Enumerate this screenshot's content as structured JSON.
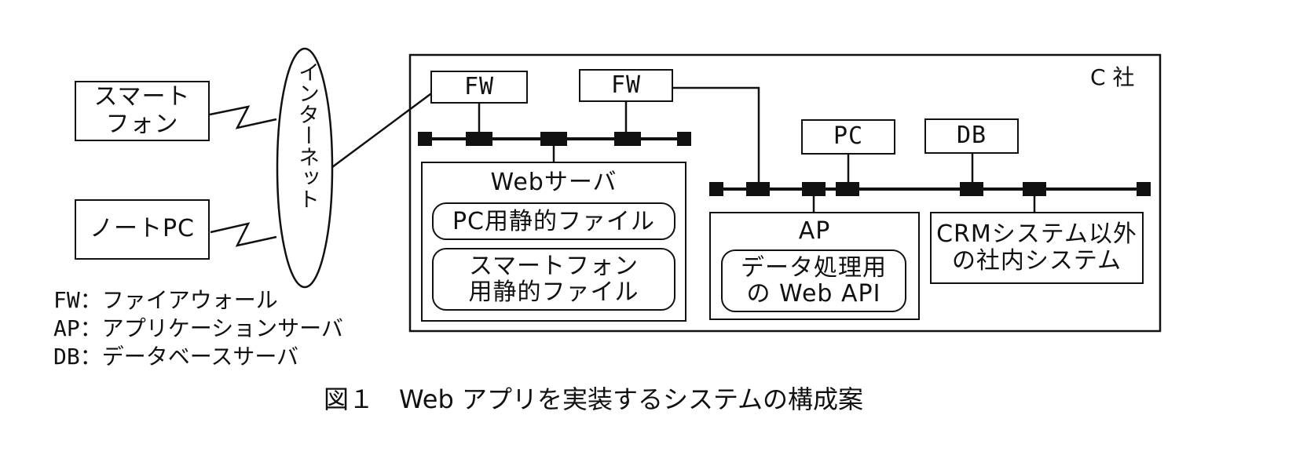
{
  "diagram": {
    "caption": "図１　Web アプリを実装するシステムの構成案",
    "company_label": "C 社",
    "internet_label": "インターネット",
    "clients": [
      {
        "id": "smartphone",
        "lines": [
          "スマート",
          "フォン"
        ]
      },
      {
        "id": "notebook-pc",
        "lines": [
          "ノートPC"
        ]
      }
    ],
    "firewalls": [
      {
        "label": "FW"
      },
      {
        "label": "FW"
      }
    ],
    "web_server": {
      "title": "Webサーバ",
      "contents": [
        {
          "lines": [
            "PC用静的ファイル"
          ]
        },
        {
          "lines": [
            "スマートフォン",
            "用静的ファイル"
          ]
        }
      ]
    },
    "internal": {
      "pc_label": "PC",
      "db_label": "DB",
      "ap": {
        "title": "AP",
        "content_lines": [
          "データ処理用",
          "の Web API"
        ]
      },
      "other_systems_lines": [
        "CRMシステム以外",
        "の社内システム"
      ]
    },
    "legend": [
      {
        "abbr": "FW",
        "sep": "：",
        "meaning": "ファイアウォール"
      },
      {
        "abbr": "AP",
        "sep": "：",
        "meaning": "アプリケーションサーバ"
      },
      {
        "abbr": "DB",
        "sep": "：",
        "meaning": "データベースサーバ"
      }
    ]
  }
}
